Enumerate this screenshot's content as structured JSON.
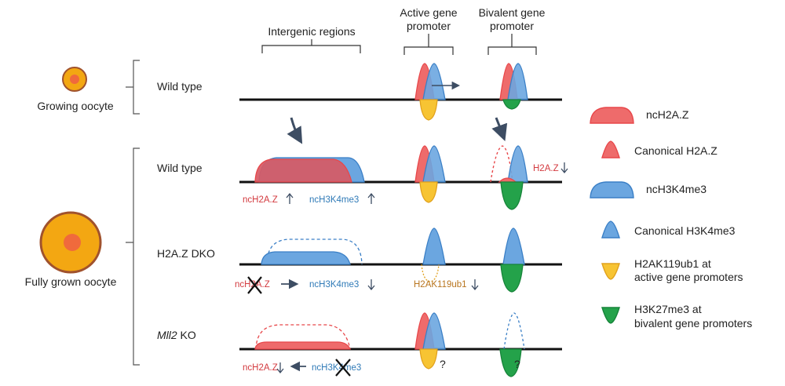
{
  "colors": {
    "h2az": "#e8474a",
    "h2az_fill": "#ee6b6b",
    "h3k4": "#3a7fc6",
    "h3k4_fill": "#6ba6e0",
    "h2ak": "#e1a11d",
    "h2ak_fill": "#f7c433",
    "h3k27": "#17843a",
    "h3k27_fill": "#24a24a",
    "arrow": "#3d4d63",
    "orange_text": "#b8741d",
    "cell_outer": "#f3a712",
    "cell_nucleus": "#f06a3c"
  },
  "headers": {
    "intergenic": "Intergenic regions",
    "active_l1": "Active gene",
    "active_l2": "promoter",
    "bivalent_l1": "Bivalent gene",
    "bivalent_l2": "promoter"
  },
  "cells": {
    "growing": "Growing oocyte",
    "grown": "Fully grown oocyte"
  },
  "rows": {
    "r1": "Wild type",
    "r2": "Wild type",
    "r3": "H2A.Z DKO",
    "r4_italic": "Mll2",
    "r4_rest": " KO"
  },
  "captions": {
    "r2_h2az": "ncH2A.Z",
    "r2_h3k4": "ncH3K4me3",
    "r2_bival": "H2A.Z",
    "r3_h2az": "ncH2A.Z",
    "r3_h3k4": "ncH3K4me3",
    "r3_h2ak": "H2AK119ub1",
    "r4_h2az": "ncH2A.Z",
    "r4_h3k4": "ncH3K4me3",
    "q": "?"
  },
  "legend": [
    {
      "icon": "ncH2A.Z-icon",
      "label1": "ncH2A.Z",
      "label2": ""
    },
    {
      "icon": "canonical-h2az-icon",
      "label1": "Canonical H2A.Z",
      "label2": ""
    },
    {
      "icon": "ncH3K4me3-icon",
      "label1": "ncH3K4me3",
      "label2": ""
    },
    {
      "icon": "canonical-h3k4me3-icon",
      "label1": "Canonical H3K4me3",
      "label2": ""
    },
    {
      "icon": "h2ak119ub1-icon",
      "label1": "H2AK119ub1 at",
      "label2": "active gene promoters"
    },
    {
      "icon": "h3k27me3-icon",
      "label1": "H3K27me3 at",
      "label2": "bivalent gene promoters"
    }
  ]
}
